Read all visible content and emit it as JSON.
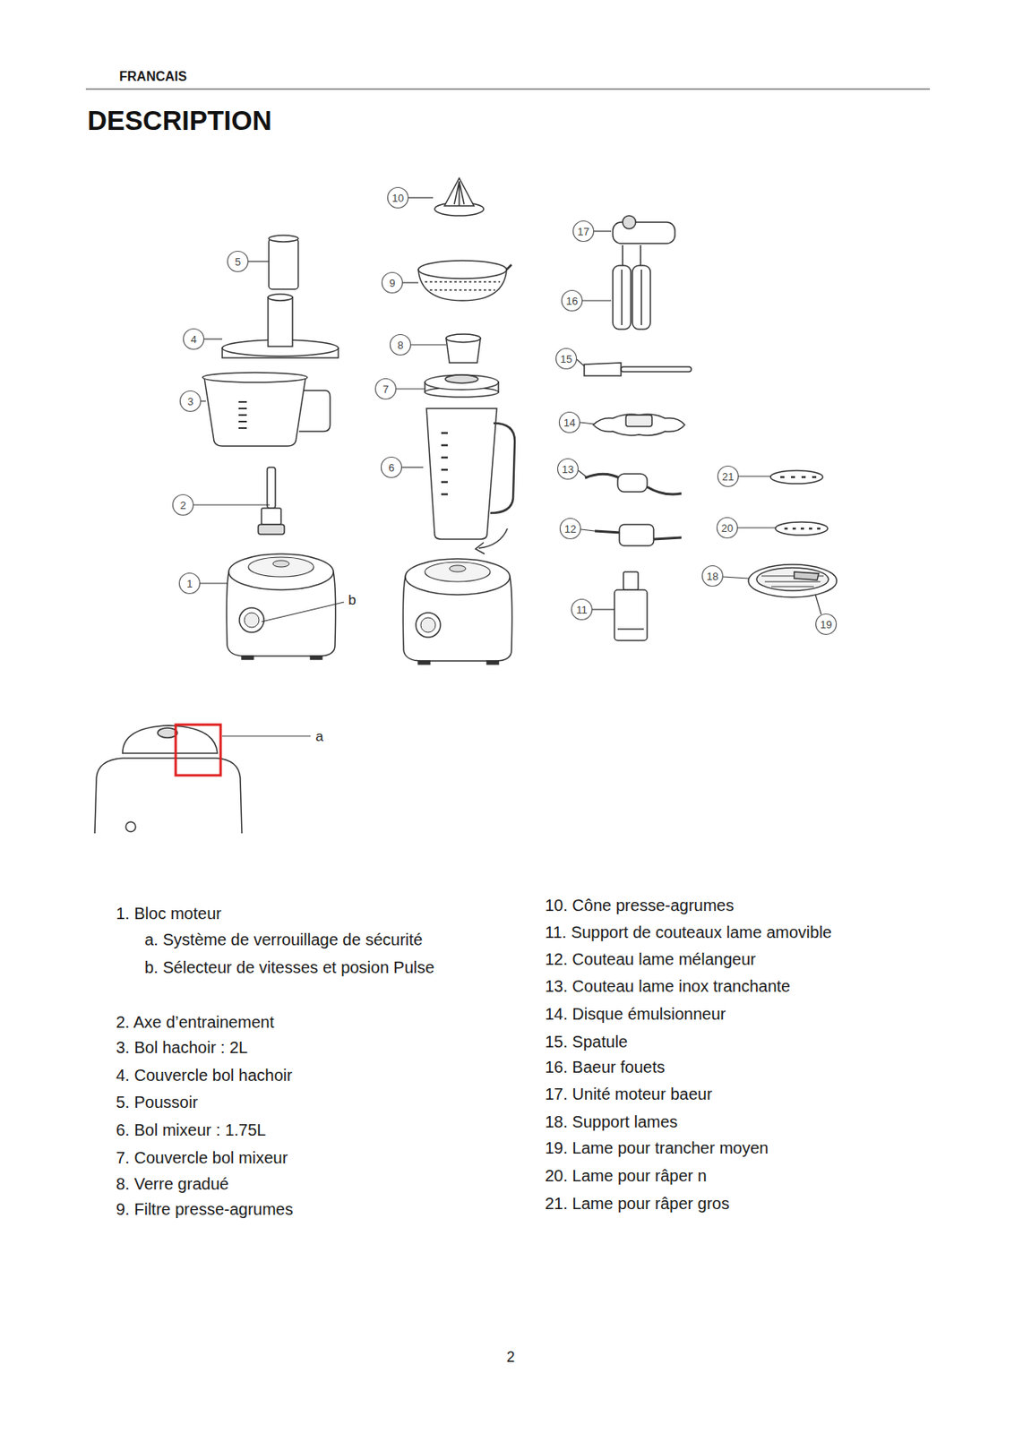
{
  "diagram": {
    "title": "DESCRIPTION",
    "labels": [
      "FRANCAIS",
      "10",
      "17",
      "5",
      "9",
      "16",
      "4",
      "8",
      "15",
      "7",
      "3",
      "14",
      "6",
      "13",
      "21",
      "2",
      "12",
      "20",
      "1",
      "18",
      "b",
      "11",
      "19",
      "a",
      "1. Bloc moteur",
      "a. Système de verrouillage de sécurité",
      "b. Sélecteur de vitesses et posion Pulse",
      "2. Axe d’entrainement",
      "3. Bol hachoir : 2L",
      "4. Couvercle bol hachoir",
      "5. Poussoir",
      "6. Bol mixeur : 1.75L",
      "7. Couvercle bol mixeur",
      "8. Verre gradué",
      "9. Filtre presse-agrumes",
      "10. Cône presse-agrumes",
      "11. Support de couteaux lame amovible",
      "12. Couteau lame mélangeur",
      "13. Couteau lame inox tranchante",
      "14. Disque émulsionneur",
      "15. Spatule",
      "16. Baeur fouets",
      "17. Unité moteur baeur",
      "18. Support lames",
      "19. Lame pour trancher moyen",
      "20. Lame pour râper n",
      "21. Lame pour râper gros",
      "2"
    ]
  }
}
